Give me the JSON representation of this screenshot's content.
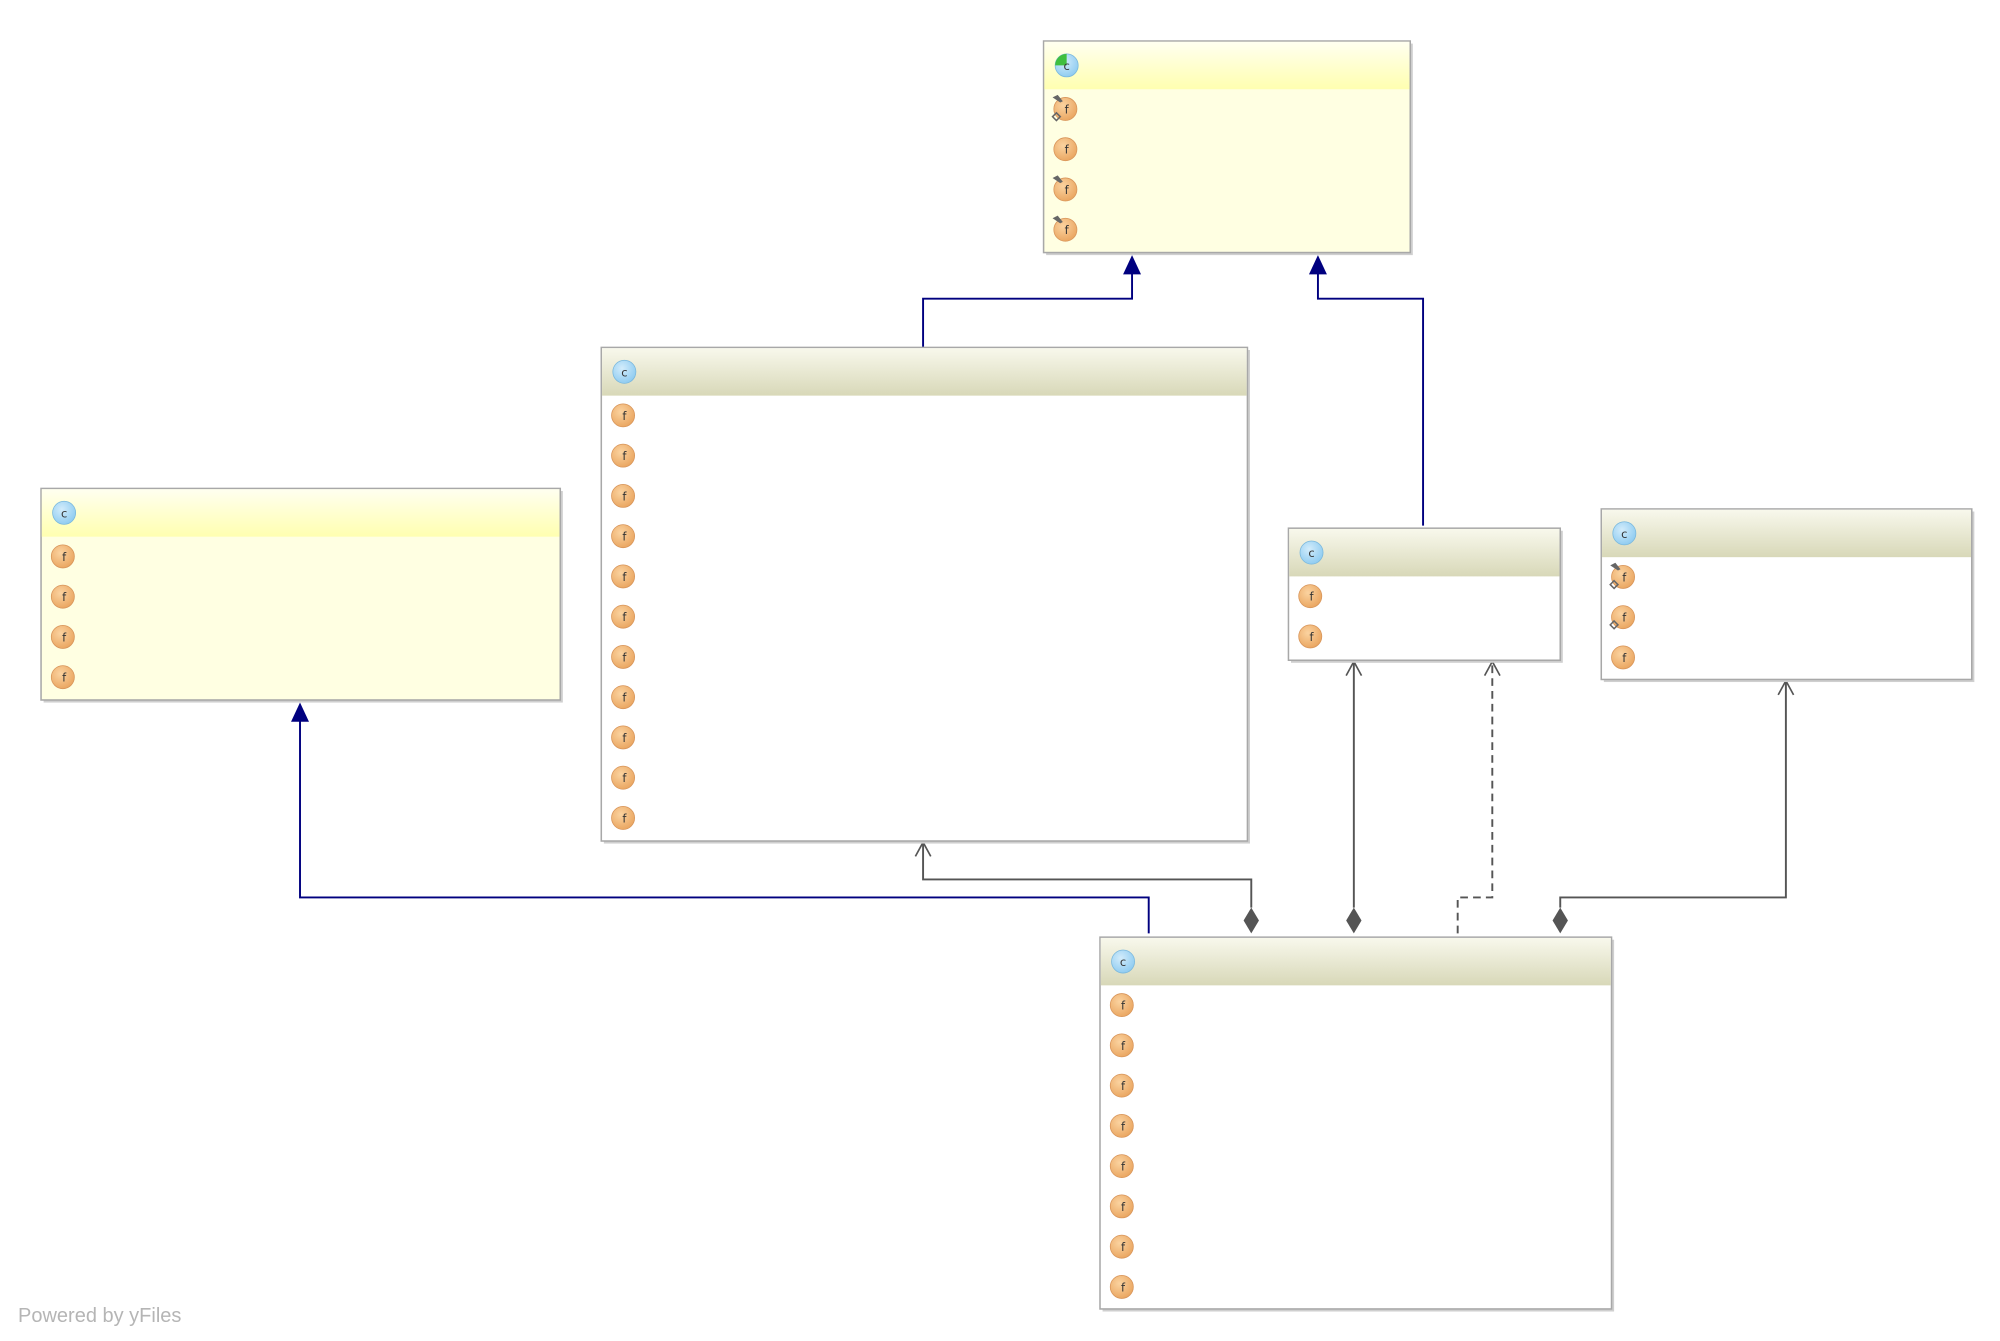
{
  "colors": {
    "inheritance": "#00007f",
    "association": "#555555",
    "yellow_body": "#ffffe2",
    "white_body": "#ffffff"
  },
  "class_icon_label": "c",
  "field_icon_label": "f",
  "classes": [
    {
      "id": "top-class",
      "style": "yellow",
      "header_icon": "abstract-class-icon",
      "fields": [
        "static-final-field-icon",
        "field-icon",
        "static-field-icon",
        "static-field-icon"
      ]
    },
    {
      "id": "middle-class",
      "style": "white",
      "header_icon": "class-icon",
      "fields": [
        "field-icon",
        "field-icon",
        "field-icon",
        "field-icon",
        "field-icon",
        "field-icon",
        "field-icon",
        "field-icon",
        "field-icon",
        "field-icon",
        "field-icon"
      ]
    },
    {
      "id": "left-class",
      "style": "yellow",
      "header_icon": "class-icon",
      "fields": [
        "field-icon",
        "field-icon",
        "field-icon",
        "field-icon"
      ]
    },
    {
      "id": "small-class",
      "style": "white",
      "header_icon": "class-icon",
      "fields": [
        "field-icon",
        "field-icon"
      ]
    },
    {
      "id": "right-class",
      "style": "white",
      "header_icon": "class-icon",
      "fields": [
        "static-final-field-icon",
        "final-field-icon",
        "field-icon"
      ]
    },
    {
      "id": "bottom-class",
      "style": "white",
      "header_icon": "class-icon",
      "fields": [
        "field-icon",
        "field-icon",
        "field-icon",
        "field-icon",
        "field-icon",
        "field-icon",
        "field-icon",
        "field-icon"
      ]
    }
  ],
  "edges": [
    {
      "from": "middle-class",
      "to": "top-class",
      "kind": "inheritance"
    },
    {
      "from": "small-class",
      "to": "top-class",
      "kind": "inheritance"
    },
    {
      "from": "bottom-class",
      "to": "left-class",
      "kind": "inheritance"
    },
    {
      "from": "bottom-class",
      "to": "middle-class",
      "kind": "composition"
    },
    {
      "from": "bottom-class",
      "to": "small-class",
      "kind": "composition"
    },
    {
      "from": "bottom-class",
      "to": "small-class",
      "kind": "dependency"
    },
    {
      "from": "bottom-class",
      "to": "right-class",
      "kind": "composition"
    }
  ],
  "footer": "Powered by yFiles"
}
